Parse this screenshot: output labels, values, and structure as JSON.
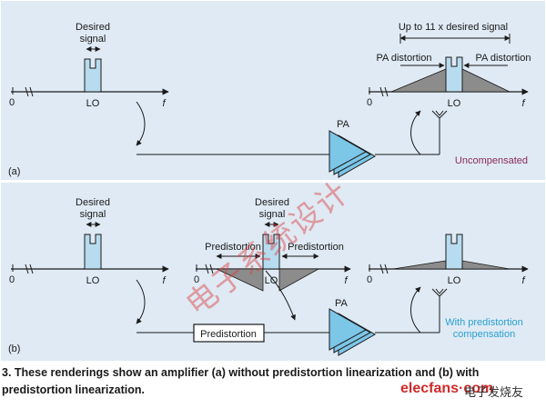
{
  "panel_a": {
    "label": "(a)",
    "desired_signal": [
      "Desired",
      "signal"
    ],
    "zero": "0",
    "lo": "LO",
    "f": "f",
    "up_to": "Up to 11 x desired signal",
    "pa_distortion_left": "PA distortion",
    "pa_distortion_right": "PA distortion",
    "pa": "PA",
    "status": "Uncompensated"
  },
  "panel_b": {
    "label": "(b)",
    "desired_signal_1": [
      "Desired",
      "signal"
    ],
    "desired_signal_2": [
      "Desired",
      "signal"
    ],
    "predistortion_left": "Predistortion",
    "predistortion_right": "Predistortion",
    "predistortion_box": "Predistortion",
    "zero": "0",
    "lo": "LO",
    "f": "f",
    "pa": "PA",
    "status": [
      "With predistortion",
      "compensation"
    ]
  },
  "caption": "3. These renderings show an amplifier (a) without predistortion linearization and (b) with predistortion linearization.",
  "watermark": "电子系统设计",
  "brand": {
    "name": "elecfans·com",
    "cn": "电子发烧友"
  },
  "colors": {
    "panel": "#dfeaf4",
    "signal": "#b8dcef",
    "pa": "#7cc6e8",
    "distortion": "#8c8c8c",
    "uncompensated": "#8a2a5a",
    "compensated": "#2aa0d0"
  }
}
